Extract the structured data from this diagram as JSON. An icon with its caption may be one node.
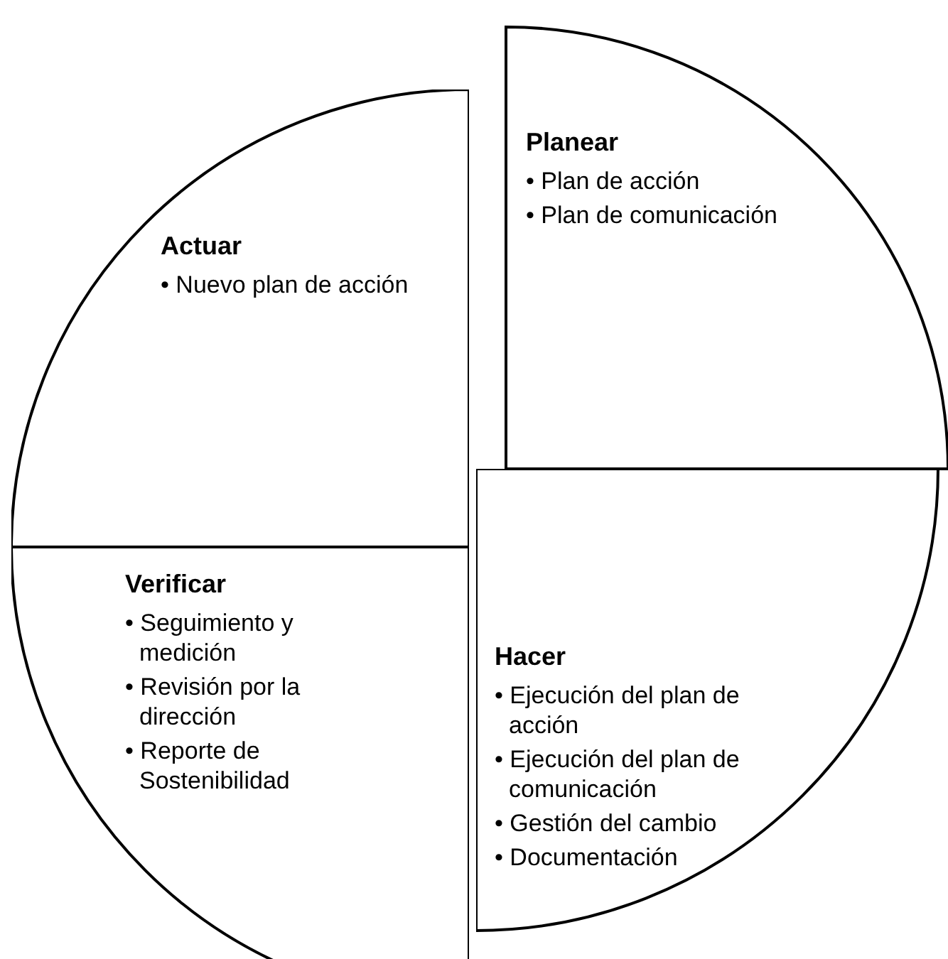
{
  "diagram": {
    "nodes": [
      {
        "text": [
          "Actuar",
          "• Nuevo plan de acción"
        ]
      },
      {
        "text": [
          "Planear",
          "• Plan de acción",
          "• Plan de comunicación"
        ]
      },
      {
        "text": [
          "Verificar",
          "• Seguimiento y medición",
          "• Revisión por la dirección",
          "• Reporte de Sostenibilidad"
        ]
      },
      {
        "text": [
          "Hacer",
          "• Ejecución del plan de acción",
          "• Ejecución del plan de comunicación",
          "• Gestión del cambio",
          "• Documentación"
        ]
      }
    ]
  }
}
